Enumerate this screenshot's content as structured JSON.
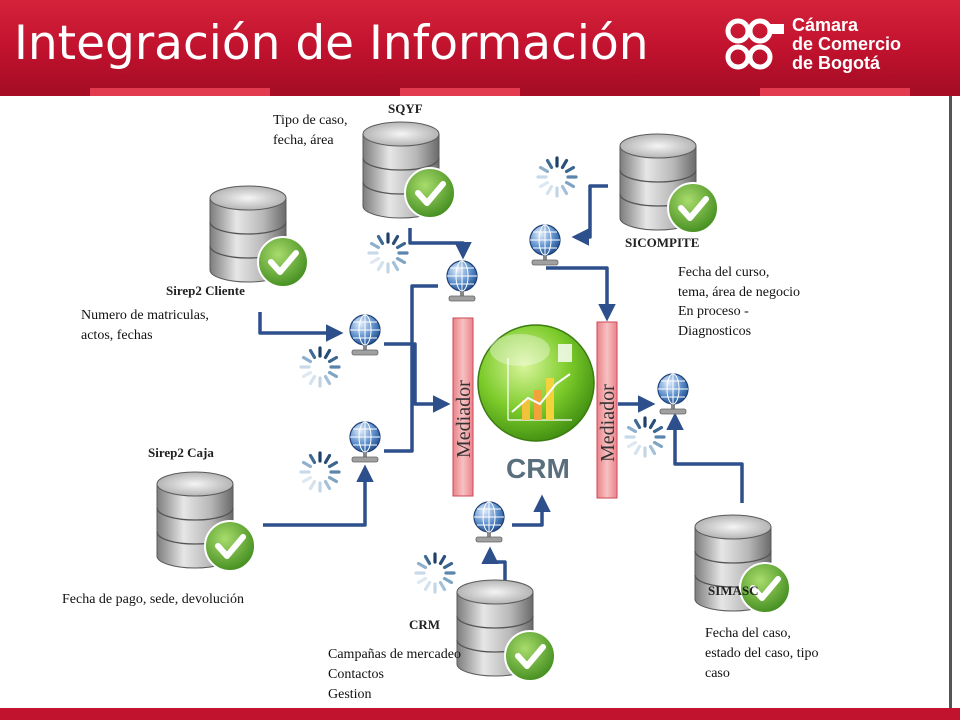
{
  "header": {
    "title": "Integración de Información",
    "logo_lines": [
      "Cámara",
      "de Comercio",
      "de Bogotá"
    ]
  },
  "colors": {
    "header_red": "#c1122e",
    "arrow_blue": "#2d4f8c",
    "mediador_pink": "#f2a3a3",
    "check_green": "#5fae2e"
  },
  "center": {
    "label": "CRM"
  },
  "mediators": [
    "Mediador",
    "Mediador"
  ],
  "sources": {
    "sqyf": {
      "name": "SQYF",
      "desc": [
        "Tipo de caso,",
        "fecha, área"
      ]
    },
    "sicompite": {
      "name": "SICOMPITE",
      "desc": [
        "Fecha del curso,",
        "tema, área de negocio",
        "En proceso -",
        "Diagnosticos"
      ]
    },
    "sirep2_cliente": {
      "name": "Sirep2 Cliente",
      "desc": [
        "Numero de matriculas,",
        "actos, fechas"
      ]
    },
    "sirep2_caja": {
      "name": "Sirep2 Caja",
      "desc": [
        "Fecha de pago,  sede, devolución"
      ]
    },
    "crm": {
      "name": "CRM",
      "desc": [
        "Campañas de mercadeo",
        "Contactos",
        "Gestion"
      ]
    },
    "simasc": {
      "name": "SIMASC",
      "desc": [
        "Fecha del caso,",
        "estado del caso, tipo",
        "caso"
      ]
    }
  },
  "icons": [
    "database-icon",
    "checkmark-icon",
    "globe-network-icon",
    "loading-spinner-icon",
    "crm-globe-icon"
  ]
}
